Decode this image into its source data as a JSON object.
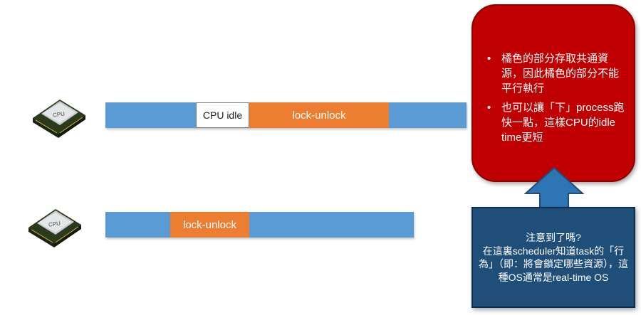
{
  "rows": [
    {
      "cpu_icon": "cpu-chip-icon",
      "cpu_label": "CPU",
      "idle_label": "CPU idle",
      "lock_label": "lock-unlock"
    },
    {
      "cpu_icon": "cpu-chip-icon",
      "cpu_label": "CPU",
      "lock_label": "lock-unlock"
    }
  ],
  "red_callout": {
    "bullets": [
      "橘色的部分存取共通資源，因此橘色的部分不能平行執行",
      "也可以讓「下」process跑快一點，這樣CPU的idle time更短"
    ]
  },
  "arrow_icon": "up-arrow-icon",
  "blue_callout": {
    "text": "注意到了嗎?\n在這裏scheduler知道task的「行為」（即：將會鎖定哪些資源），這種OS通常是real-time OS"
  },
  "colors": {
    "bar_blue": "#5b9bd5",
    "lock_orange": "#ed7d31",
    "callout_red": "#c00000",
    "callout_navy": "#1f4e79",
    "arrow_blue": "#2e75b6"
  }
}
